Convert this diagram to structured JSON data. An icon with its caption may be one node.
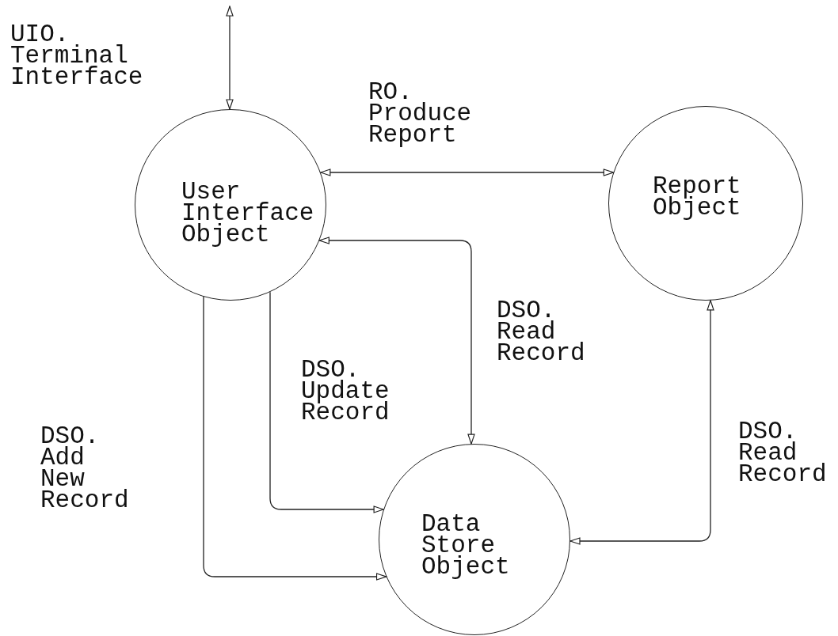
{
  "diagram": {
    "nodes": [
      {
        "text": [
          "User Interface Object"
        ]
      },
      {
        "text": [
          "Report Object"
        ]
      },
      {
        "text": [
          "Data Store Object"
        ]
      }
    ],
    "edges": [
      {
        "from": null,
        "to": 0,
        "arrow": "both",
        "label": "UIO. Terminal Interface"
      },
      {
        "from": 0,
        "to": 1,
        "arrow": "both",
        "label": "RO. Produce Report"
      },
      {
        "from": 0,
        "to": 2,
        "arrow": "both",
        "label": "DSO. Read Record"
      },
      {
        "from": 0,
        "to": 2,
        "arrow": "to",
        "label": "DSO. Update Record"
      },
      {
        "from": 0,
        "to": 2,
        "arrow": "to",
        "label": "DSO. Add New Record"
      },
      {
        "from": 1,
        "to": 2,
        "arrow": "both",
        "label": "DSO. Read Record"
      }
    ]
  }
}
